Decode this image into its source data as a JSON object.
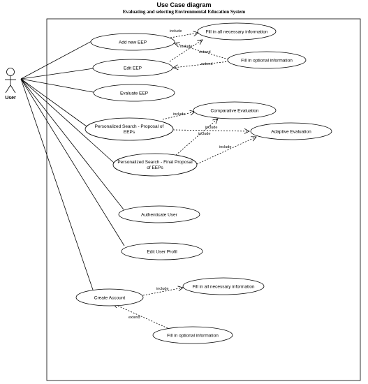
{
  "title": "Use Case diagram",
  "subtitle": "Evaluating and  selecting Environmental Education System",
  "actor": {
    "name": "User"
  },
  "use_cases": {
    "add_new_eep": "Add new EEP",
    "edit_eep": "Edit EEP",
    "evaluate_eep": "Evaluate EEP",
    "personalized_search_proposal_line1": "Personalized Search - Proposal of",
    "personalized_search_proposal_line2": "EEPs",
    "personalized_search_final_line1": "Personalized Search - Final Proposal",
    "personalized_search_final_line2": "of EEPs",
    "authenticate_user": "Authenticate User",
    "edit_user_profil": "Edit User Profil",
    "create_account": "Create Account",
    "fill_necessary_top": "Fill in all necessary information",
    "fill_optional_top": "Fill in optional information",
    "comparative_evaluation": "Comparative Evaluation",
    "adaptive_evaluation": "Adaptive Evaluation",
    "fill_necessary_bottom": "Fill in all necessary information",
    "fill_optional_bottom": "Fill in optional information"
  },
  "relations": {
    "include_add_fill": "include",
    "include_edit_fill": "include",
    "extend_add_optional": "extend",
    "extend_edit_optional": "extend",
    "include_proposal_comparative": "include",
    "include_proposal_adaptive": "include",
    "include_final_comparative": "include",
    "include_final_adaptive": "include",
    "include_create_fill": "include",
    "extend_create_optional": "extend"
  }
}
